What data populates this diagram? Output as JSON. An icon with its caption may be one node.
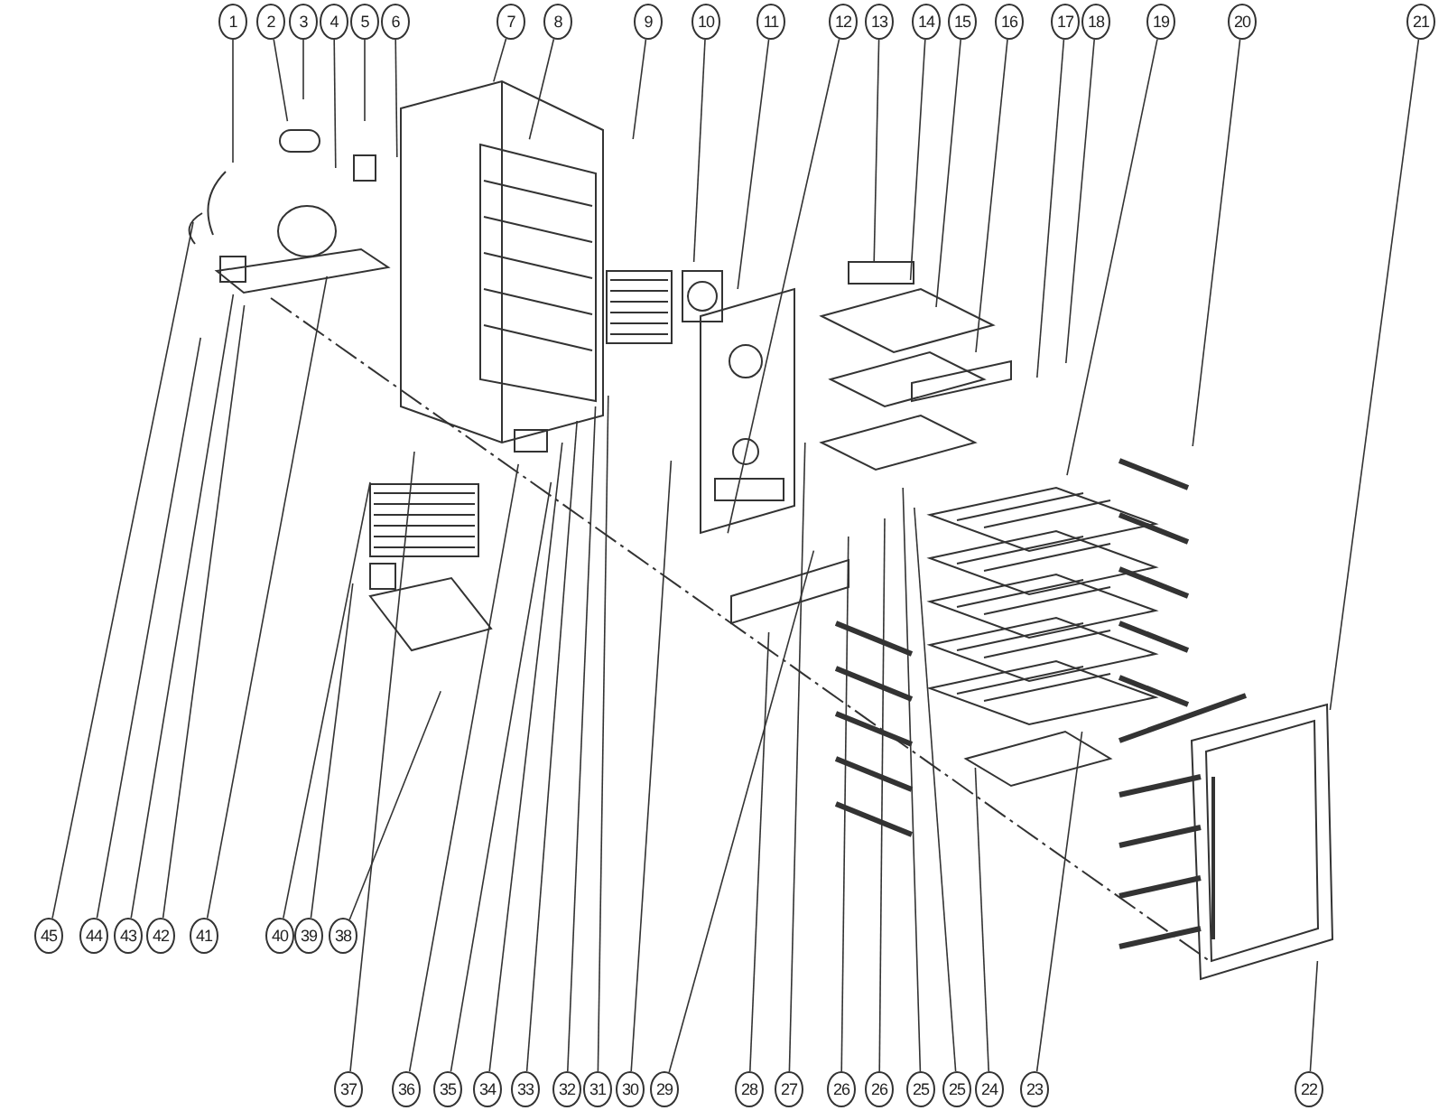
{
  "diagram": {
    "nodes": [
      {
        "text": [
          "1"
        ]
      },
      {
        "text": [
          "2"
        ]
      },
      {
        "text": [
          "3"
        ]
      },
      {
        "text": [
          "4"
        ]
      },
      {
        "text": [
          "5"
        ]
      },
      {
        "text": [
          "6"
        ]
      },
      {
        "text": [
          "7"
        ]
      },
      {
        "text": [
          "8"
        ]
      },
      {
        "text": [
          "9"
        ]
      },
      {
        "text": [
          "10"
        ]
      },
      {
        "text": [
          "11"
        ]
      },
      {
        "text": [
          "12"
        ]
      },
      {
        "text": [
          "13"
        ]
      },
      {
        "text": [
          "14"
        ]
      },
      {
        "text": [
          "15"
        ]
      },
      {
        "text": [
          "16"
        ]
      },
      {
        "text": [
          "17"
        ]
      },
      {
        "text": [
          "18"
        ]
      },
      {
        "text": [
          "19"
        ]
      },
      {
        "text": [
          "20"
        ]
      },
      {
        "text": [
          "21"
        ]
      },
      {
        "text": [
          "45"
        ]
      },
      {
        "text": [
          "44"
        ]
      },
      {
        "text": [
          "43"
        ]
      },
      {
        "text": [
          "42"
        ]
      },
      {
        "text": [
          "41"
        ]
      },
      {
        "text": [
          "40"
        ]
      },
      {
        "text": [
          "39"
        ]
      },
      {
        "text": [
          "38"
        ]
      },
      {
        "text": [
          "37"
        ]
      },
      {
        "text": [
          "36"
        ]
      },
      {
        "text": [
          "35"
        ]
      },
      {
        "text": [
          "34"
        ]
      },
      {
        "text": [
          "33"
        ]
      },
      {
        "text": [
          "32"
        ]
      },
      {
        "text": [
          "31"
        ]
      },
      {
        "text": [
          "30"
        ]
      },
      {
        "text": [
          "29"
        ]
      },
      {
        "text": [
          "28"
        ]
      },
      {
        "text": [
          "27"
        ]
      },
      {
        "text": [
          "26"
        ]
      },
      {
        "text": [
          "26"
        ]
      },
      {
        "text": [
          "25"
        ]
      },
      {
        "text": [
          "25"
        ]
      },
      {
        "text": [
          "24"
        ]
      },
      {
        "text": [
          "23"
        ]
      },
      {
        "text": [
          "22"
        ]
      }
    ],
    "edges": [
      {
        "from": 0,
        "to": null,
        "arrow": "none"
      },
      {
        "from": 1,
        "to": null,
        "arrow": "none"
      },
      {
        "from": 2,
        "to": null,
        "arrow": "none"
      },
      {
        "from": 3,
        "to": null,
        "arrow": "none"
      },
      {
        "from": 4,
        "to": null,
        "arrow": "none"
      },
      {
        "from": 5,
        "to": null,
        "arrow": "none"
      },
      {
        "from": 6,
        "to": null,
        "arrow": "none"
      },
      {
        "from": 7,
        "to": null,
        "arrow": "none"
      },
      {
        "from": 8,
        "to": null,
        "arrow": "none"
      },
      {
        "from": 9,
        "to": null,
        "arrow": "none"
      },
      {
        "from": 10,
        "to": null,
        "arrow": "none"
      },
      {
        "from": 11,
        "to": null,
        "arrow": "none"
      },
      {
        "from": 12,
        "to": null,
        "arrow": "none"
      },
      {
        "from": 13,
        "to": null,
        "arrow": "none"
      },
      {
        "from": 14,
        "to": null,
        "arrow": "none"
      },
      {
        "from": 15,
        "to": null,
        "arrow": "none"
      },
      {
        "from": 16,
        "to": null,
        "arrow": "none"
      },
      {
        "from": 17,
        "to": null,
        "arrow": "none"
      },
      {
        "from": 18,
        "to": null,
        "arrow": "none"
      },
      {
        "from": 19,
        "to": null,
        "arrow": "none"
      },
      {
        "from": 20,
        "to": null,
        "arrow": "none"
      },
      {
        "from": 21,
        "to": null,
        "arrow": "none"
      },
      {
        "from": 22,
        "to": null,
        "arrow": "none"
      },
      {
        "from": 23,
        "to": null,
        "arrow": "none"
      },
      {
        "from": 24,
        "to": null,
        "arrow": "none"
      },
      {
        "from": 25,
        "to": null,
        "arrow": "none"
      },
      {
        "from": 26,
        "to": null,
        "arrow": "none"
      },
      {
        "from": 27,
        "to": null,
        "arrow": "none"
      },
      {
        "from": 28,
        "to": null,
        "arrow": "none"
      },
      {
        "from": 29,
        "to": null,
        "arrow": "none"
      },
      {
        "from": 30,
        "to": null,
        "arrow": "none"
      },
      {
        "from": 31,
        "to": null,
        "arrow": "none"
      },
      {
        "from": 32,
        "to": null,
        "arrow": "none"
      },
      {
        "from": 33,
        "to": null,
        "arrow": "none"
      },
      {
        "from": 34,
        "to": null,
        "arrow": "none"
      },
      {
        "from": 35,
        "to": null,
        "arrow": "none"
      },
      {
        "from": 36,
        "to": null,
        "arrow": "none"
      },
      {
        "from": 37,
        "to": null,
        "arrow": "none"
      },
      {
        "from": 38,
        "to": null,
        "arrow": "none"
      },
      {
        "from": 39,
        "to": null,
        "arrow": "none"
      },
      {
        "from": 40,
        "to": null,
        "arrow": "none"
      },
      {
        "from": 41,
        "to": null,
        "arrow": "none"
      },
      {
        "from": 42,
        "to": null,
        "arrow": "none"
      },
      {
        "from": 43,
        "to": null,
        "arrow": "none"
      },
      {
        "from": 44,
        "to": null,
        "arrow": "none"
      },
      {
        "from": 45,
        "to": null,
        "arrow": "none"
      },
      {
        "from": 46,
        "to": null,
        "arrow": "none"
      }
    ]
  }
}
